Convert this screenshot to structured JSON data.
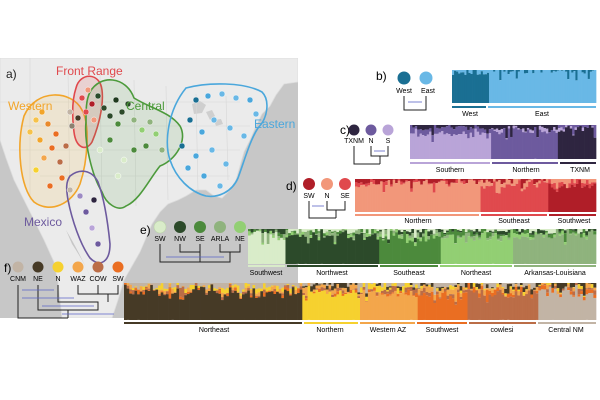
{
  "panels": {
    "a": {
      "label": "a)",
      "regions": [
        {
          "name": "Front Range",
          "color": "#e0494d"
        },
        {
          "name": "Western",
          "color": "#f2a52a"
        },
        {
          "name": "Central",
          "color": "#4c9a3b"
        },
        {
          "name": "Eastern",
          "color": "#4aa7dc"
        },
        {
          "name": "Mexico",
          "color": "#6d5a9e"
        }
      ]
    },
    "b": {
      "label": "b)",
      "pops": [
        {
          "name": "West",
          "color": "#1a6f93"
        },
        {
          "name": "East",
          "color": "#69b8e6"
        }
      ],
      "groups": [
        "West",
        "East"
      ]
    },
    "c": {
      "label": "c)",
      "pops": [
        {
          "name": "TXNM",
          "color": "#2e2540"
        },
        {
          "name": "N",
          "color": "#6d5a9e"
        },
        {
          "name": "S",
          "color": "#b9a4d8"
        }
      ],
      "groups": [
        "Southern",
        "Northern",
        "TXNM"
      ]
    },
    "d": {
      "label": "d)",
      "pops": [
        {
          "name": "SW",
          "color": "#b01e28"
        },
        {
          "name": "N",
          "color": "#f2977a"
        },
        {
          "name": "SE",
          "color": "#e0494d"
        }
      ],
      "groups": [
        "Northern",
        "Southeast",
        "Southwest"
      ]
    },
    "e": {
      "label": "e)",
      "pops": [
        {
          "name": "SW",
          "color": "#d9ecc9"
        },
        {
          "name": "NW",
          "color": "#2c4a2a"
        },
        {
          "name": "SE",
          "color": "#4c8a3c"
        },
        {
          "name": "ARLA",
          "color": "#8fb37d"
        },
        {
          "name": "NE",
          "color": "#92cf73"
        }
      ],
      "groups": [
        "Southwest",
        "Northwest",
        "Southeast",
        "Northeast",
        "Arkansas-Louisiana"
      ]
    },
    "f": {
      "label": "f)",
      "pops": [
        {
          "name": "CNM",
          "color": "#c2b4a5"
        },
        {
          "name": "NE",
          "color": "#463a26"
        },
        {
          "name": "N",
          "color": "#f6d12f"
        },
        {
          "name": "WAZ",
          "color": "#f3a64b"
        },
        {
          "name": "COW",
          "color": "#bb6d47"
        },
        {
          "name": "SW",
          "color": "#ea6e22"
        }
      ],
      "groups": [
        "Northeast",
        "Northern",
        "Western AZ",
        "Southwest",
        "cowlesi",
        "Central NM"
      ]
    }
  }
}
